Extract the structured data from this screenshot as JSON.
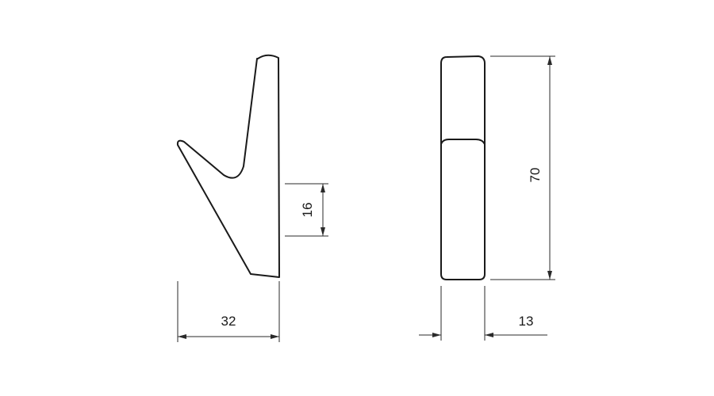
{
  "dimensions": {
    "height_small": "16",
    "width_side": "32",
    "height_total": "70",
    "width_front": "13"
  }
}
